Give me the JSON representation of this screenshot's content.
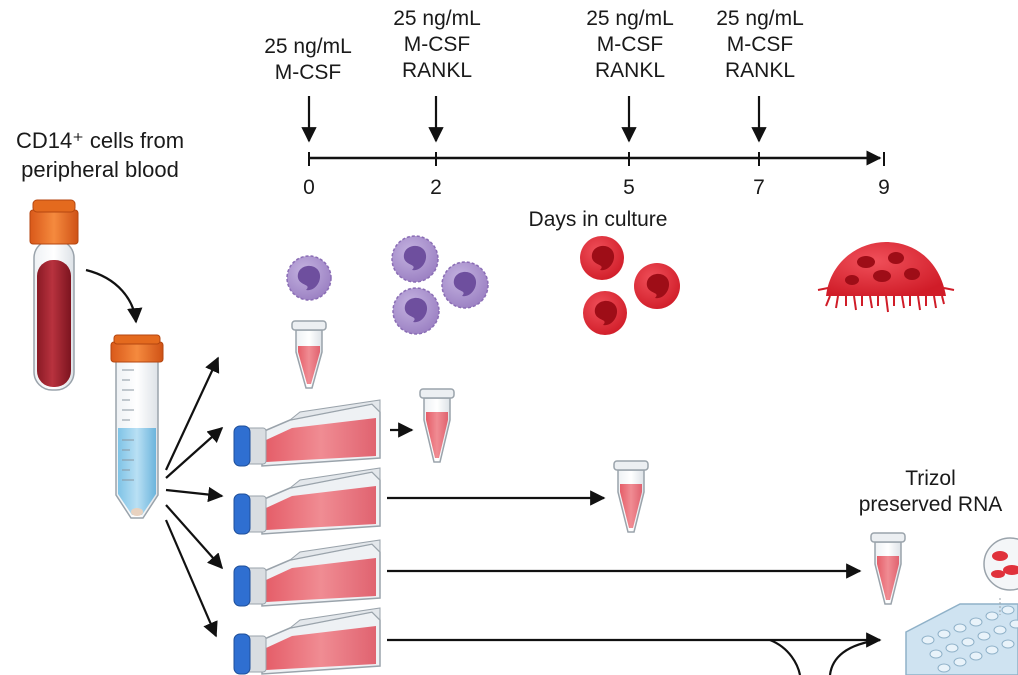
{
  "source_label": {
    "line1": "CD14⁺ cells from",
    "line2": "peripheral blood"
  },
  "timeline": {
    "axis_label": "Days in culture",
    "ticks": [
      "0",
      "2",
      "5",
      "7",
      "9"
    ],
    "treatments": [
      {
        "lines": [
          "25 ng/mL",
          "M-CSF"
        ]
      },
      {
        "lines": [
          "25 ng/mL",
          "M-CSF",
          "RANKL"
        ]
      },
      {
        "lines": [
          "25 ng/mL",
          "M-CSF",
          "RANKL"
        ]
      },
      {
        "lines": [
          "25 ng/mL",
          "M-CSF",
          "RANKL"
        ]
      }
    ]
  },
  "output_label": {
    "line1": "Trizol",
    "line2": "preserved RNA"
  },
  "colors": {
    "monocyte": "#9a7fc2",
    "osteoclast": "#e0313b",
    "medium": "#e8737c",
    "cap": "#e46a1e",
    "flask_cap": "#2f6fd1",
    "blood": "#a8232f"
  }
}
